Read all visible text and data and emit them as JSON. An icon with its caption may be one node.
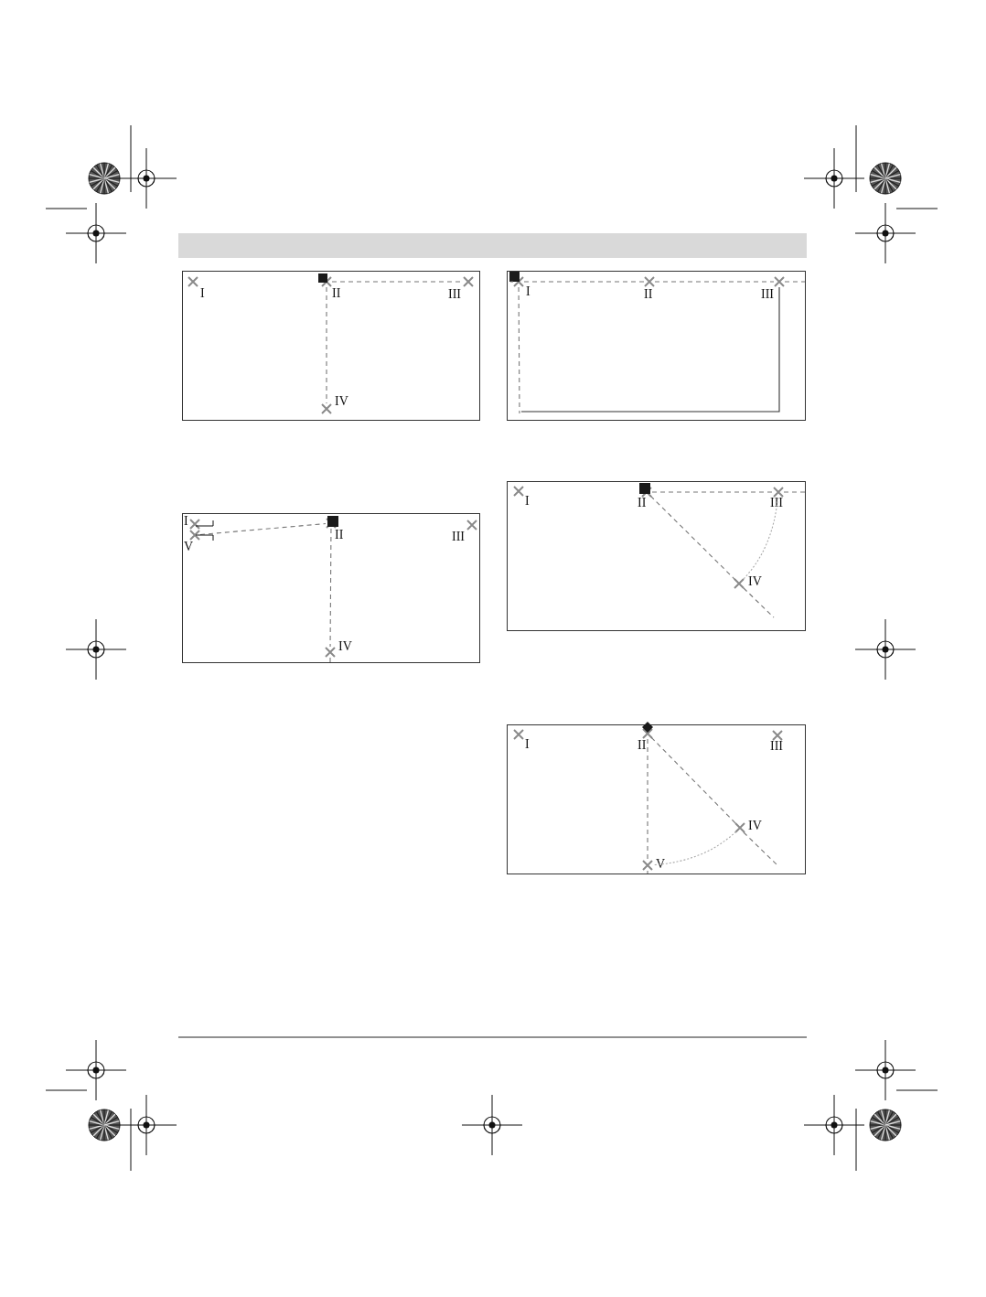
{
  "diagram": {
    "nodes": [
      {
        "text": [],
        "shape": "box"
      },
      {
        "text": [
          "I"
        ],
        "in": 0
      },
      {
        "text": [
          "II"
        ],
        "in": 0
      },
      {
        "text": [
          "III"
        ],
        "in": 0
      },
      {
        "text": [
          "IV"
        ],
        "in": 0
      },
      {
        "text": [],
        "shape": "box"
      },
      {
        "text": [
          "I"
        ],
        "in": 5
      },
      {
        "text": [
          "II"
        ],
        "in": 5
      },
      {
        "text": [
          "III"
        ],
        "in": 5
      },
      {
        "text": [],
        "shape": "box"
      },
      {
        "text": [
          "I"
        ],
        "in": 9
      },
      {
        "text": [
          "V"
        ],
        "in": 9
      },
      {
        "text": [
          "II"
        ],
        "in": 9
      },
      {
        "text": [
          "III"
        ],
        "in": 9
      },
      {
        "text": [
          "IV"
        ],
        "in": 9
      },
      {
        "text": [],
        "shape": "box"
      },
      {
        "text": [
          "I"
        ],
        "in": 15
      },
      {
        "text": [
          "II"
        ],
        "in": 15
      },
      {
        "text": [
          "III"
        ],
        "in": 15
      },
      {
        "text": [
          "IV"
        ],
        "in": 15
      },
      {
        "text": [],
        "shape": "box"
      },
      {
        "text": [
          "I"
        ],
        "in": 20
      },
      {
        "text": [
          "II"
        ],
        "in": 20
      },
      {
        "text": [
          "III"
        ],
        "in": 20
      },
      {
        "text": [
          "IV"
        ],
        "in": 20
      },
      {
        "text": [
          "V"
        ],
        "in": 20
      }
    ],
    "edges": [
      {
        "from": 2,
        "to": 3,
        "arrow": "none",
        "style": "dashed"
      },
      {
        "from": 2,
        "to": 4,
        "arrow": "none",
        "style": "dashed"
      },
      {
        "from": 6,
        "to": 7,
        "arrow": "none",
        "style": "dashed"
      },
      {
        "from": 7,
        "to": 8,
        "arrow": "none",
        "style": "dashed"
      },
      {
        "from": 6,
        "to": null,
        "arrow": "none",
        "style": "dashed"
      },
      {
        "from": 8,
        "to": null,
        "arrow": "none",
        "color": "#333333"
      },
      {
        "from": 11,
        "to": 12,
        "arrow": "none",
        "style": "dashed"
      },
      {
        "from": 12,
        "to": 14,
        "arrow": "none",
        "style": "dashed"
      },
      {
        "from": 17,
        "to": 18,
        "arrow": "none",
        "style": "dashed"
      },
      {
        "from": 17,
        "to": 19,
        "arrow": "none",
        "style": "dashed"
      },
      {
        "from": 18,
        "to": 19,
        "arrow": "none",
        "style": "dashed",
        "color": "#aaaaaa"
      },
      {
        "from": 22,
        "to": 24,
        "arrow": "none",
        "style": "dashed"
      },
      {
        "from": 22,
        "to": 25,
        "arrow": "none",
        "style": "dashed"
      },
      {
        "from": 24,
        "to": 25,
        "arrow": "none",
        "style": "dashed",
        "color": "#aaaaaa"
      }
    ]
  }
}
